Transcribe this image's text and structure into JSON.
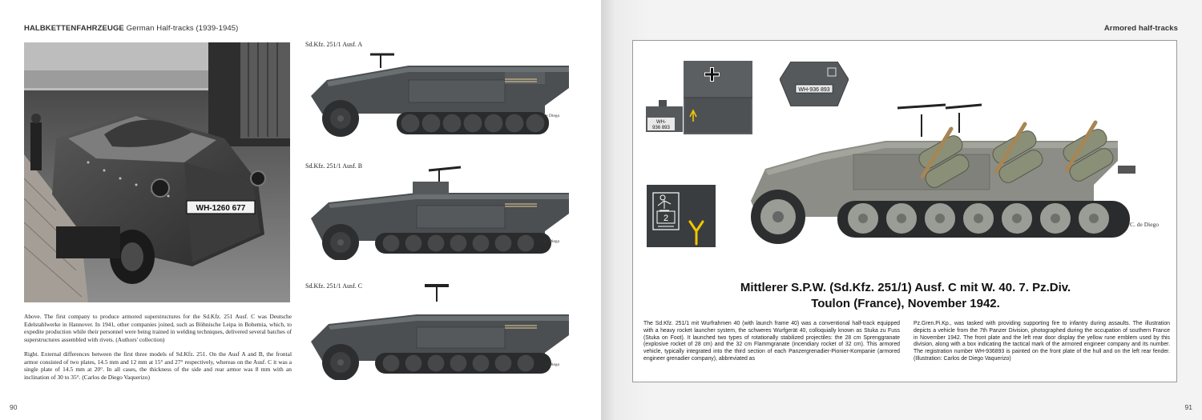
{
  "left_page": {
    "running_head_bold": "HALBKETTENFAHRZEUGE",
    "running_head_rest": "German Half-tracks (1939-1945)",
    "photo": {
      "plate": "WH-1260 677"
    },
    "caption_1": "Above. The first company to produce armored superstructures for the Sd.Kfz. 251 Ausf. C was Deutsche Edelstahlwerke in Hannover. In 1941, other companies joined, such as Böhnische Leipa in Bohemia, which, to expedite production while their personnel were being trained in welding techniques, delivered several batches of superstructures assembled with rivets. (Authors' collection)",
    "caption_2": "Right. External differences between the first three models of Sd.Kfz. 251. On the Ausf A and B, the frontal armor consisted of two plates, 14.5 mm and 12 mm at 15° and 27° respectively, whereas on the Ausf. C it was a single plate of 14.5 mm at 20°. In all cases, the thickness of the side and rear armor was 8 mm with an inclination of 30 to 35°. (Carlos de Diego Vaquerizo)",
    "profiles": [
      {
        "label": "Sd.Kfz. 251/1 Ausf. A",
        "signature": "C. de Diego"
      },
      {
        "label": "Sd.Kfz. 251/1 Ausf. B",
        "signature": "C. de Diego"
      },
      {
        "label": "Sd.Kfz. 251/1 Ausf. C",
        "signature": "C. de Diego"
      }
    ],
    "folio": "90"
  },
  "right_page": {
    "running_head": "Armored half-tracks",
    "details": {
      "small_plate_line1": "WH-",
      "small_plate_line2": "936 893",
      "rear_plate": "WH-936 893",
      "tac_sign_number": "2"
    },
    "signature": "C. de Diego",
    "title_line1": "Mittlerer S.P.W. (Sd.Kfz. 251/1) Ausf. C mit W. 40. 7. Pz.Div.",
    "title_line2": "Toulon (France), November 1942.",
    "body_col1": "The Sd.Kfz. 251/1 mit Wurfrahmen 40 (with launch frame 40) was a conventional half-track equipped with a heavy rocket launcher system, the schweres Wurfgerät 40, colloquially known as Stuka zu Fuss (Stuka on Foot). It launched two types of rotationally stabilized projectiles: the 28 cm Sprenggranate (explosive rocket of 28 cm) and the 32 cm Flammgranate (incendiary rocket of 32 cm). This armored vehicle, typically integrated into the third section of each Panzergrenadier-Pionier-Kompanie (armored engineer grenadier company), abbreviated as",
    "body_col2": "Pz.Gren.Pi.Kp., was tasked with providing supporting fire to infantry during assaults. The illustration depicts a vehicle from the 7th Panzer Division, photographed during the occupation of southern France in November 1942. The front plate and the left rear door display the yellow rune emblem used by this division, along with a box indicating the tactical mark of the armored engineer company and its number. The registration number WH-936893 is painted on the front plate of the hull and on the left rear fender. (Illustration: Carlos de Diego Vaquerizo)",
    "folio": "91"
  },
  "colors": {
    "panzer_grey": "#4b4f52",
    "track": "#2a2b2c",
    "rocket_crate": "#8a8f78",
    "rune_yellow": "#f2c400"
  }
}
